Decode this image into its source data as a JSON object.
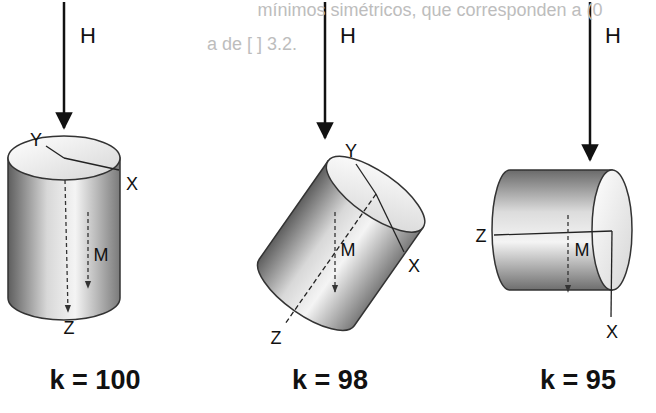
{
  "diagram": {
    "labels": [
      "mínimos simétricos, que corresponden a (0",
      "a de [ ] 3.2.",
      "H",
      "Y",
      "X",
      "M",
      "Z",
      "k = 100",
      "H",
      "Y",
      "M",
      "X",
      "Z",
      "k = 98",
      "H",
      "Z",
      "M",
      "X",
      "k = 95"
    ]
  }
}
